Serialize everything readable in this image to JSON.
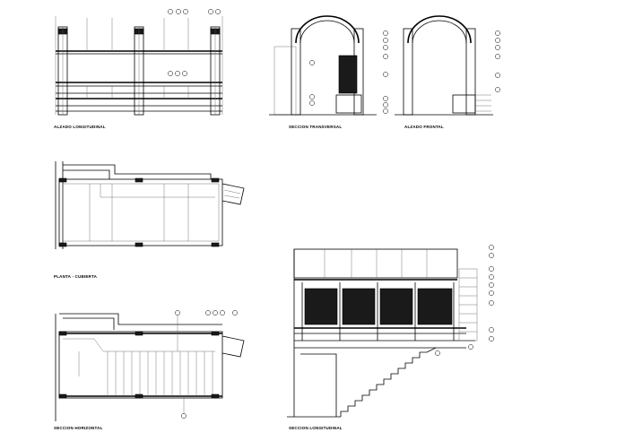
{
  "drawings": [
    {
      "id": "alzado-longitudinal",
      "title": "ALZADO LONGITUDINAL"
    },
    {
      "id": "seccion-transversal",
      "title": "SECCION TRANSVERSAL"
    },
    {
      "id": "alzado-frontal",
      "title": "ALZADO FRONTAL"
    },
    {
      "id": "planta-cubierta",
      "title": "PLANTA - CUBIERTA"
    },
    {
      "id": "seccion-horizontal",
      "title": "SECCION HORIZONTAL"
    },
    {
      "id": "seccion-longitudinal",
      "title": "SECCION LONGITUDINAL"
    }
  ]
}
